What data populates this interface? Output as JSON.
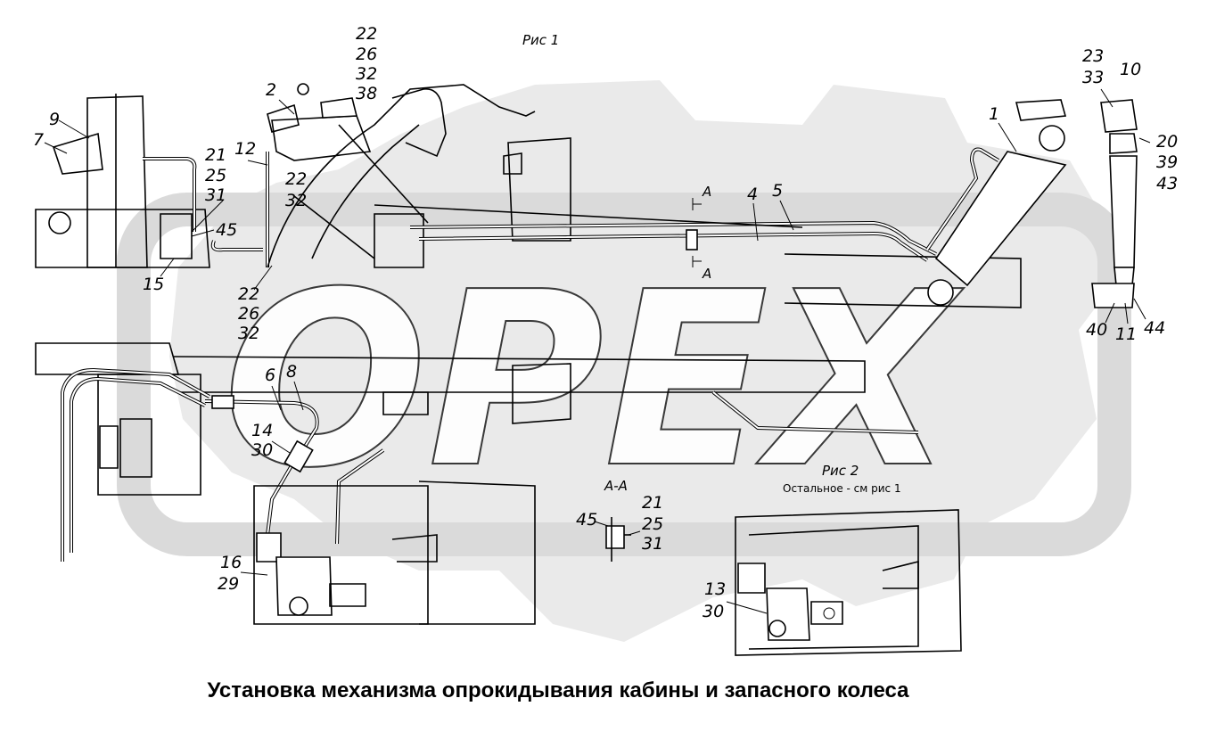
{
  "watermark": {
    "text": "ОРЕХ",
    "color": "#c8c8c8"
  },
  "figure1": {
    "caption": "Рис 1",
    "labels": {
      "n1": "1",
      "n2": "2",
      "n4": "4",
      "n5": "5",
      "n6": "6",
      "n7": "7",
      "n8": "8",
      "n9": "9",
      "n10": "10",
      "n12": "12",
      "n14": "14",
      "n15": "15",
      "n16": "16",
      "n20": "20",
      "n21": "21",
      "n22a": "22",
      "n22b": "22",
      "n22c": "22",
      "n23": "23",
      "n25": "25",
      "n26a": "26",
      "n26b": "26",
      "n29": "29",
      "n30": "30",
      "n31": "31",
      "n32a": "32",
      "n32b": "32",
      "n32c": "32",
      "n33": "33",
      "n38": "38",
      "n39": "39",
      "n40": "40",
      "n11": "11",
      "n43": "43",
      "n44": "44",
      "n45": "45"
    },
    "section_mark_top": "A",
    "section_mark_bottom": "A"
  },
  "section_aa": {
    "title": "А-А",
    "labels": {
      "n45": "45",
      "n21": "21",
      "n25": "25",
      "n31": "31"
    }
  },
  "figure2": {
    "caption": "Рис 2",
    "note": "Остальное - см рис 1",
    "labels": {
      "n13": "13",
      "n30": "30"
    }
  },
  "main_title": "Установка механизма опрокидывания кабины и запасного колеса"
}
